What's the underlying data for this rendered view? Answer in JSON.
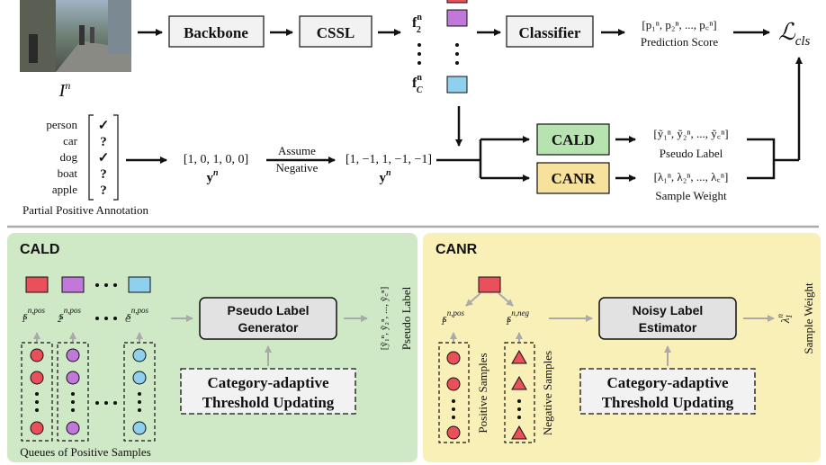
{
  "colors": {
    "red": "#e9505a",
    "purple": "#c277da",
    "blue": "#8fd0ef",
    "cald_panel": "#cfe8c6",
    "canr_panel": "#f9f0b8",
    "cald_box": "#b7e3b1",
    "canr_box": "#f6e29c",
    "separator": "#aaaaaa"
  },
  "top": {
    "image_label": "I",
    "image_label_sup": "n",
    "backbone": "Backbone",
    "cssl": "CSSL",
    "feature_f2": "f",
    "feature_f2_sup": "n",
    "feature_f2_sub": "2",
    "feature_fC": "f",
    "feature_fC_sup": "n",
    "feature_fC_sub": "C",
    "classifier": "Classifier",
    "prediction_vec": "[p₁ⁿ, p₂ⁿ, ..., p꜀ⁿ]",
    "prediction_label": "Prediction Score",
    "loss": "ℒ",
    "loss_sub": "cls"
  },
  "annotation": {
    "categories": [
      "person",
      "car",
      "dog",
      "boat",
      "apple"
    ],
    "marks": [
      "✓",
      "?",
      "✓",
      "?",
      "?"
    ],
    "caption": "Partial Positive Annotation",
    "label_vec": "[1, 0, 1, 0, 0]",
    "label_y": "y",
    "label_y_sup": "n",
    "assume_top": "Assume",
    "assume_bottom": "Negative",
    "neg_vec": "[1, −1, 1, −1, −1]",
    "neg_y": "y",
    "neg_y_sup": "n"
  },
  "modules": {
    "cald": "CALD",
    "canr": "CANR",
    "pseudo_vec": "[ỹ₁ⁿ, ỹ₂ⁿ, ..., ỹ꜀ⁿ]",
    "pseudo_label": "Pseudo Label",
    "weight_vec": "[λ₁ⁿ, λ₂ⁿ, ..., λ꜀ⁿ]",
    "weight_label": "Sample Weight"
  },
  "cald_panel": {
    "title": "CALD",
    "s1": "s",
    "s1_sup": "n,pos",
    "s1_sub": "1",
    "s2": "s",
    "s2_sup": "n,pos",
    "s2_sub": "2",
    "sC": "s",
    "sC_sup": "n,pos",
    "sC_sub": "C",
    "generator_line1": "Pseudo Label",
    "generator_line2": "Generator",
    "threshold_line1": "Category-adaptive",
    "threshold_line2": "Threshold Updating",
    "output_vec": "[ỹ₁ⁿ, ỹ₂ⁿ, ..., ỹ꜀ⁿ]",
    "output_label": "Pseudo Label",
    "queues_caption": "Queues of Positive Samples"
  },
  "canr_panel": {
    "title": "CANR",
    "s_pos": "s",
    "s_pos_sup": "n,pos",
    "s_pos_sub": "1",
    "s_neg": "s",
    "s_neg_sup": "n,neg",
    "s_neg_sub": "1",
    "estimator_line1": "Noisy Label",
    "estimator_line2": "Estimator",
    "threshold_line1": "Category-adaptive",
    "threshold_line2": "Threshold Updating",
    "output_sym": "λ",
    "output_sup": "n",
    "output_sub": "1",
    "output_label": "Sample Weight",
    "pos_caption": "Positive Samples",
    "neg_caption": "Negative Samples"
  }
}
